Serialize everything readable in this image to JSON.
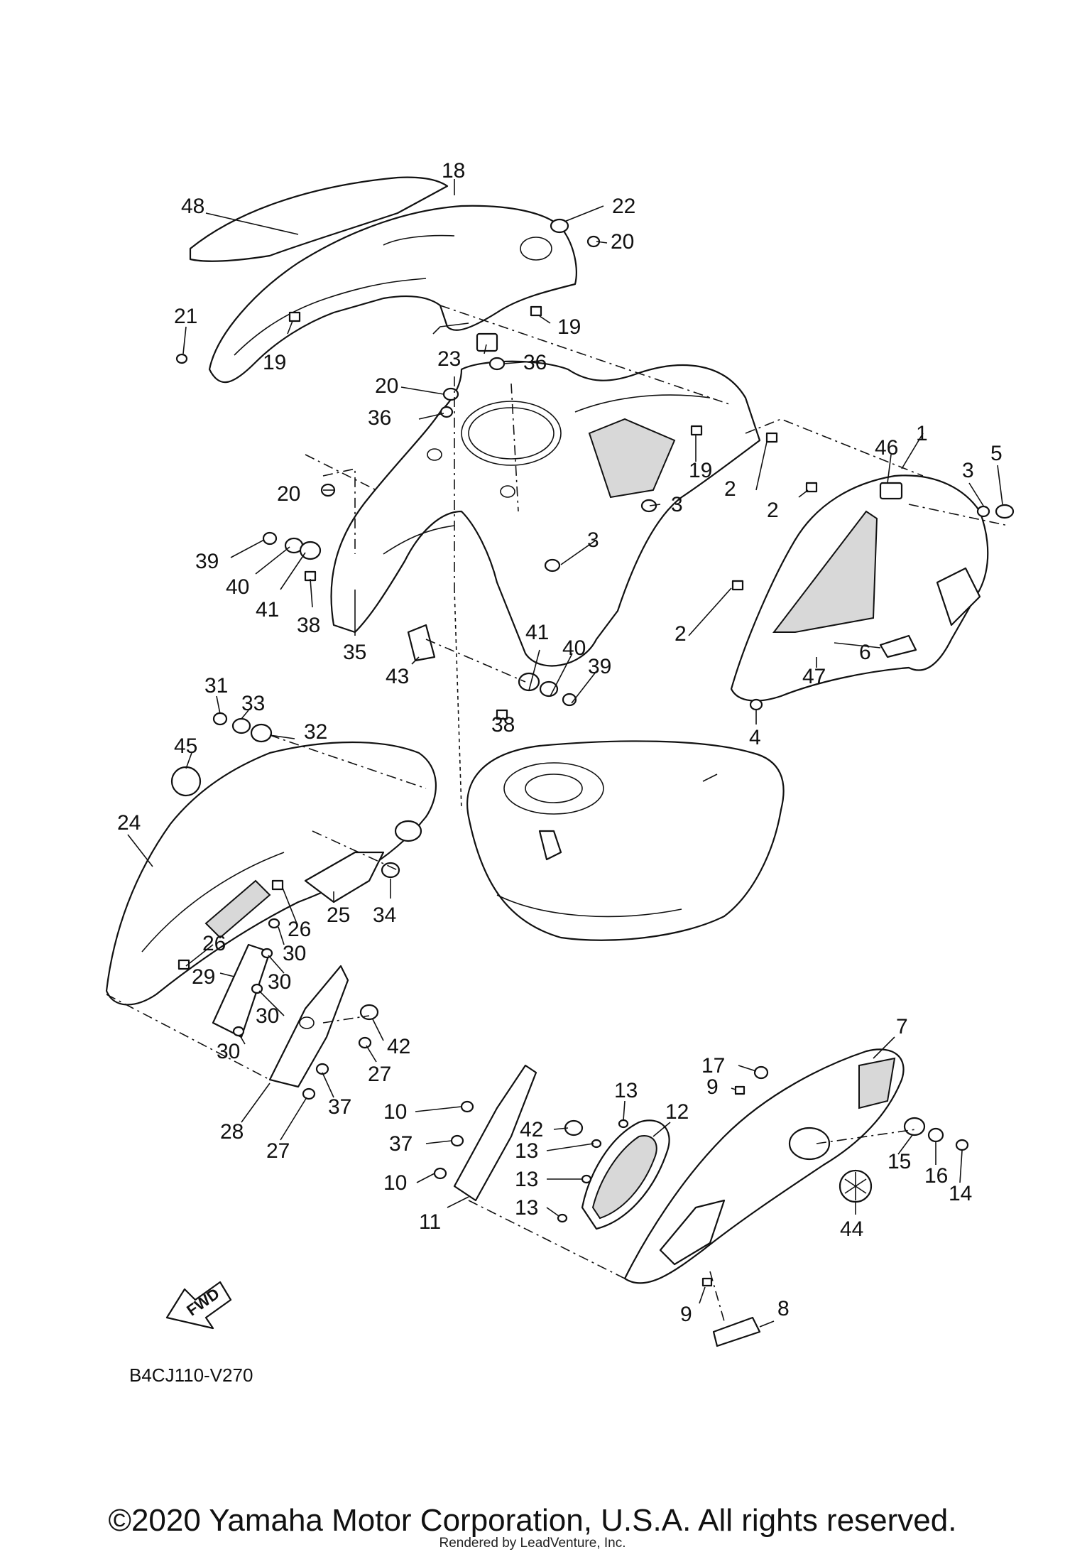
{
  "diagram": {
    "callouts": [
      "48",
      "18",
      "22",
      "20",
      "21",
      "19",
      "19",
      "23",
      "36",
      "20",
      "36",
      "19",
      "1",
      "46",
      "3",
      "5",
      "2",
      "2",
      "20",
      "3",
      "3",
      "39",
      "40",
      "41",
      "38",
      "35",
      "43",
      "41",
      "40",
      "39",
      "2",
      "6",
      "47",
      "4",
      "31",
      "33",
      "32",
      "38",
      "45",
      "24",
      "34",
      "25",
      "26",
      "30",
      "26",
      "29",
      "30",
      "30",
      "30",
      "42",
      "27",
      "37",
      "28",
      "27",
      "7",
      "17",
      "9",
      "13",
      "12",
      "10",
      "42",
      "13",
      "37",
      "13",
      "10",
      "13",
      "15",
      "16",
      "14",
      "11",
      "44",
      "9",
      "8"
    ],
    "diagram_code": "B4CJ110-V270",
    "fwd_label": "FWD"
  },
  "footer": {
    "copyright": "©2020 Yamaha Motor Corporation, U.S.A. All rights reserved.",
    "rendered_by": "Rendered by LeadVenture, Inc."
  }
}
